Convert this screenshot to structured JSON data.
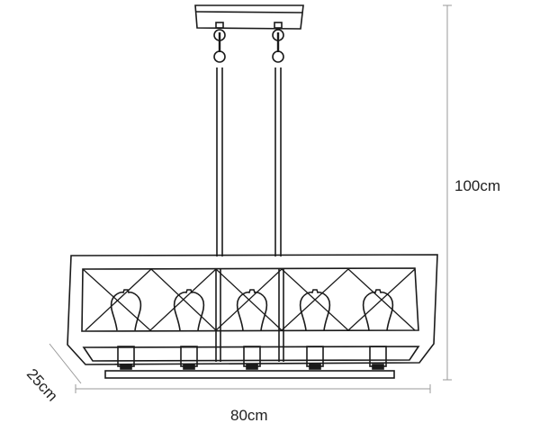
{
  "dimensions": {
    "height": "100cm",
    "width": "80cm",
    "depth": "25cm"
  },
  "fixture": {
    "bulb_count": 5,
    "suspension_rods": 2
  },
  "colors": {
    "line": "#1a1a1a",
    "dimension_line": "#999999"
  }
}
